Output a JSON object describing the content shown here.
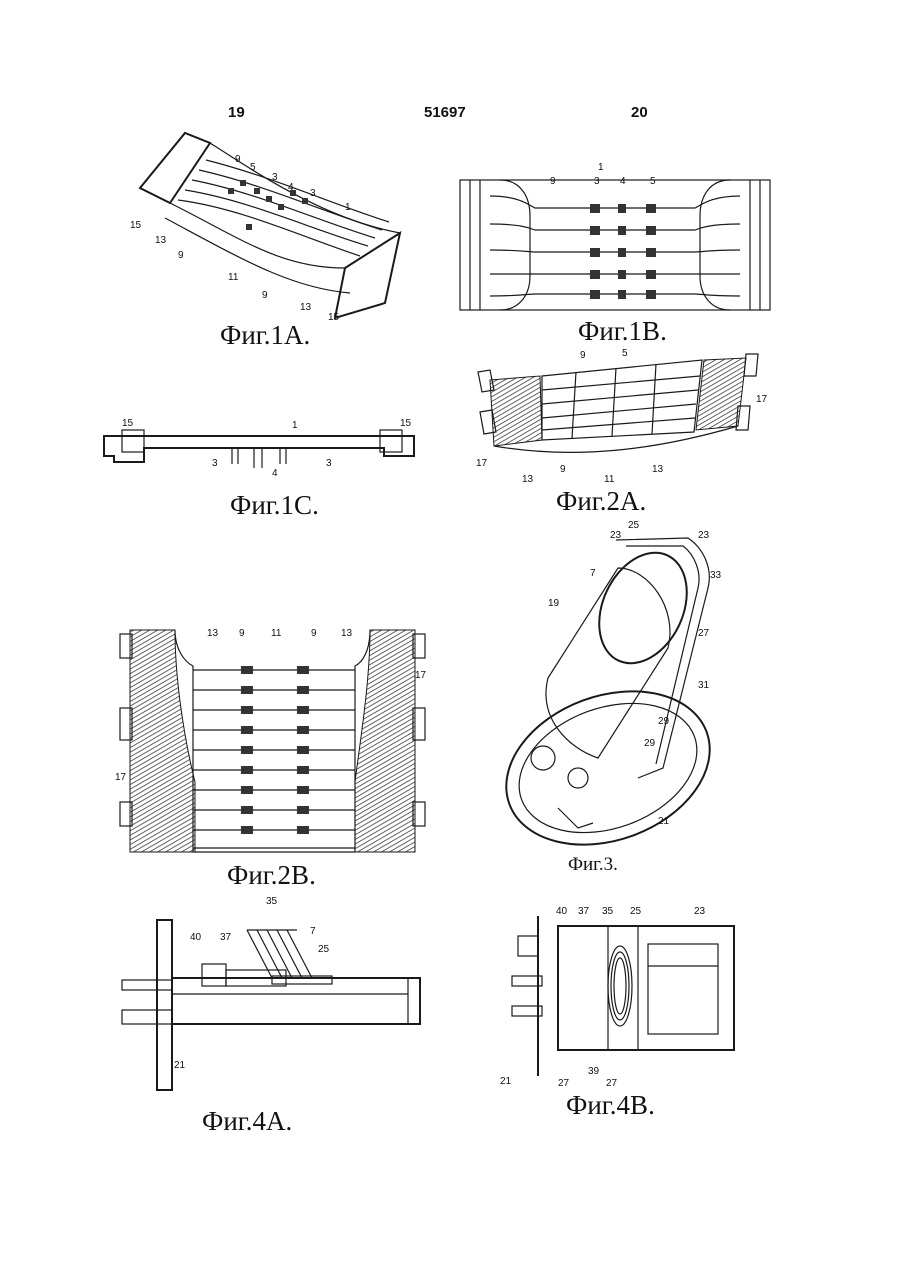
{
  "header": {
    "page_left": "19",
    "patent_number": "51697",
    "page_right": "20"
  },
  "figures": {
    "fig1a": {
      "caption": "Фиг.1А.",
      "labels": [
        "9",
        "5",
        "3",
        "4",
        "3",
        "1",
        "15",
        "13",
        "9",
        "11",
        "9",
        "13",
        "15"
      ]
    },
    "fig1b": {
      "caption": "Фиг.1В.",
      "labels": [
        "1",
        "9",
        "3",
        "4",
        "5"
      ]
    },
    "fig1c": {
      "caption": "Фиг.1С.",
      "labels": [
        "15",
        "1",
        "15",
        "3",
        "4",
        "3"
      ]
    },
    "fig2a": {
      "caption": "Фиг.2А.",
      "labels": [
        "9",
        "5",
        "17",
        "17",
        "13",
        "9",
        "11",
        "13"
      ]
    },
    "fig2b": {
      "caption": "Фиг.2В.",
      "labels": [
        "13",
        "9",
        "11",
        "9",
        "13",
        "17",
        "17"
      ]
    },
    "fig3": {
      "caption": "Фиг.3.",
      "labels": [
        "25",
        "23",
        "23",
        "33",
        "7",
        "19",
        "27",
        "31",
        "29",
        "29",
        "21"
      ]
    },
    "fig4a": {
      "caption": "Фиг.4А.",
      "labels": [
        "35",
        "40",
        "37",
        "7",
        "25",
        "21"
      ]
    },
    "fig4b": {
      "caption": "Фиг.4В.",
      "labels": [
        "40",
        "37",
        "35",
        "25",
        "23",
        "21",
        "27",
        "39",
        "27"
      ]
    }
  }
}
